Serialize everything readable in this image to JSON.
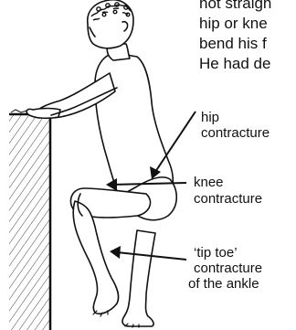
{
  "body_text": {
    "lines": [
      "not straigh",
      "hip or kne",
      "bend his f",
      "He had de"
    ]
  },
  "labels": {
    "hip": [
      "hip",
      "contracture"
    ],
    "knee": [
      "knee",
      "contracture"
    ],
    "tiptoe": [
      "‘tip toe’",
      "contracture",
      "of the ankle"
    ]
  }
}
